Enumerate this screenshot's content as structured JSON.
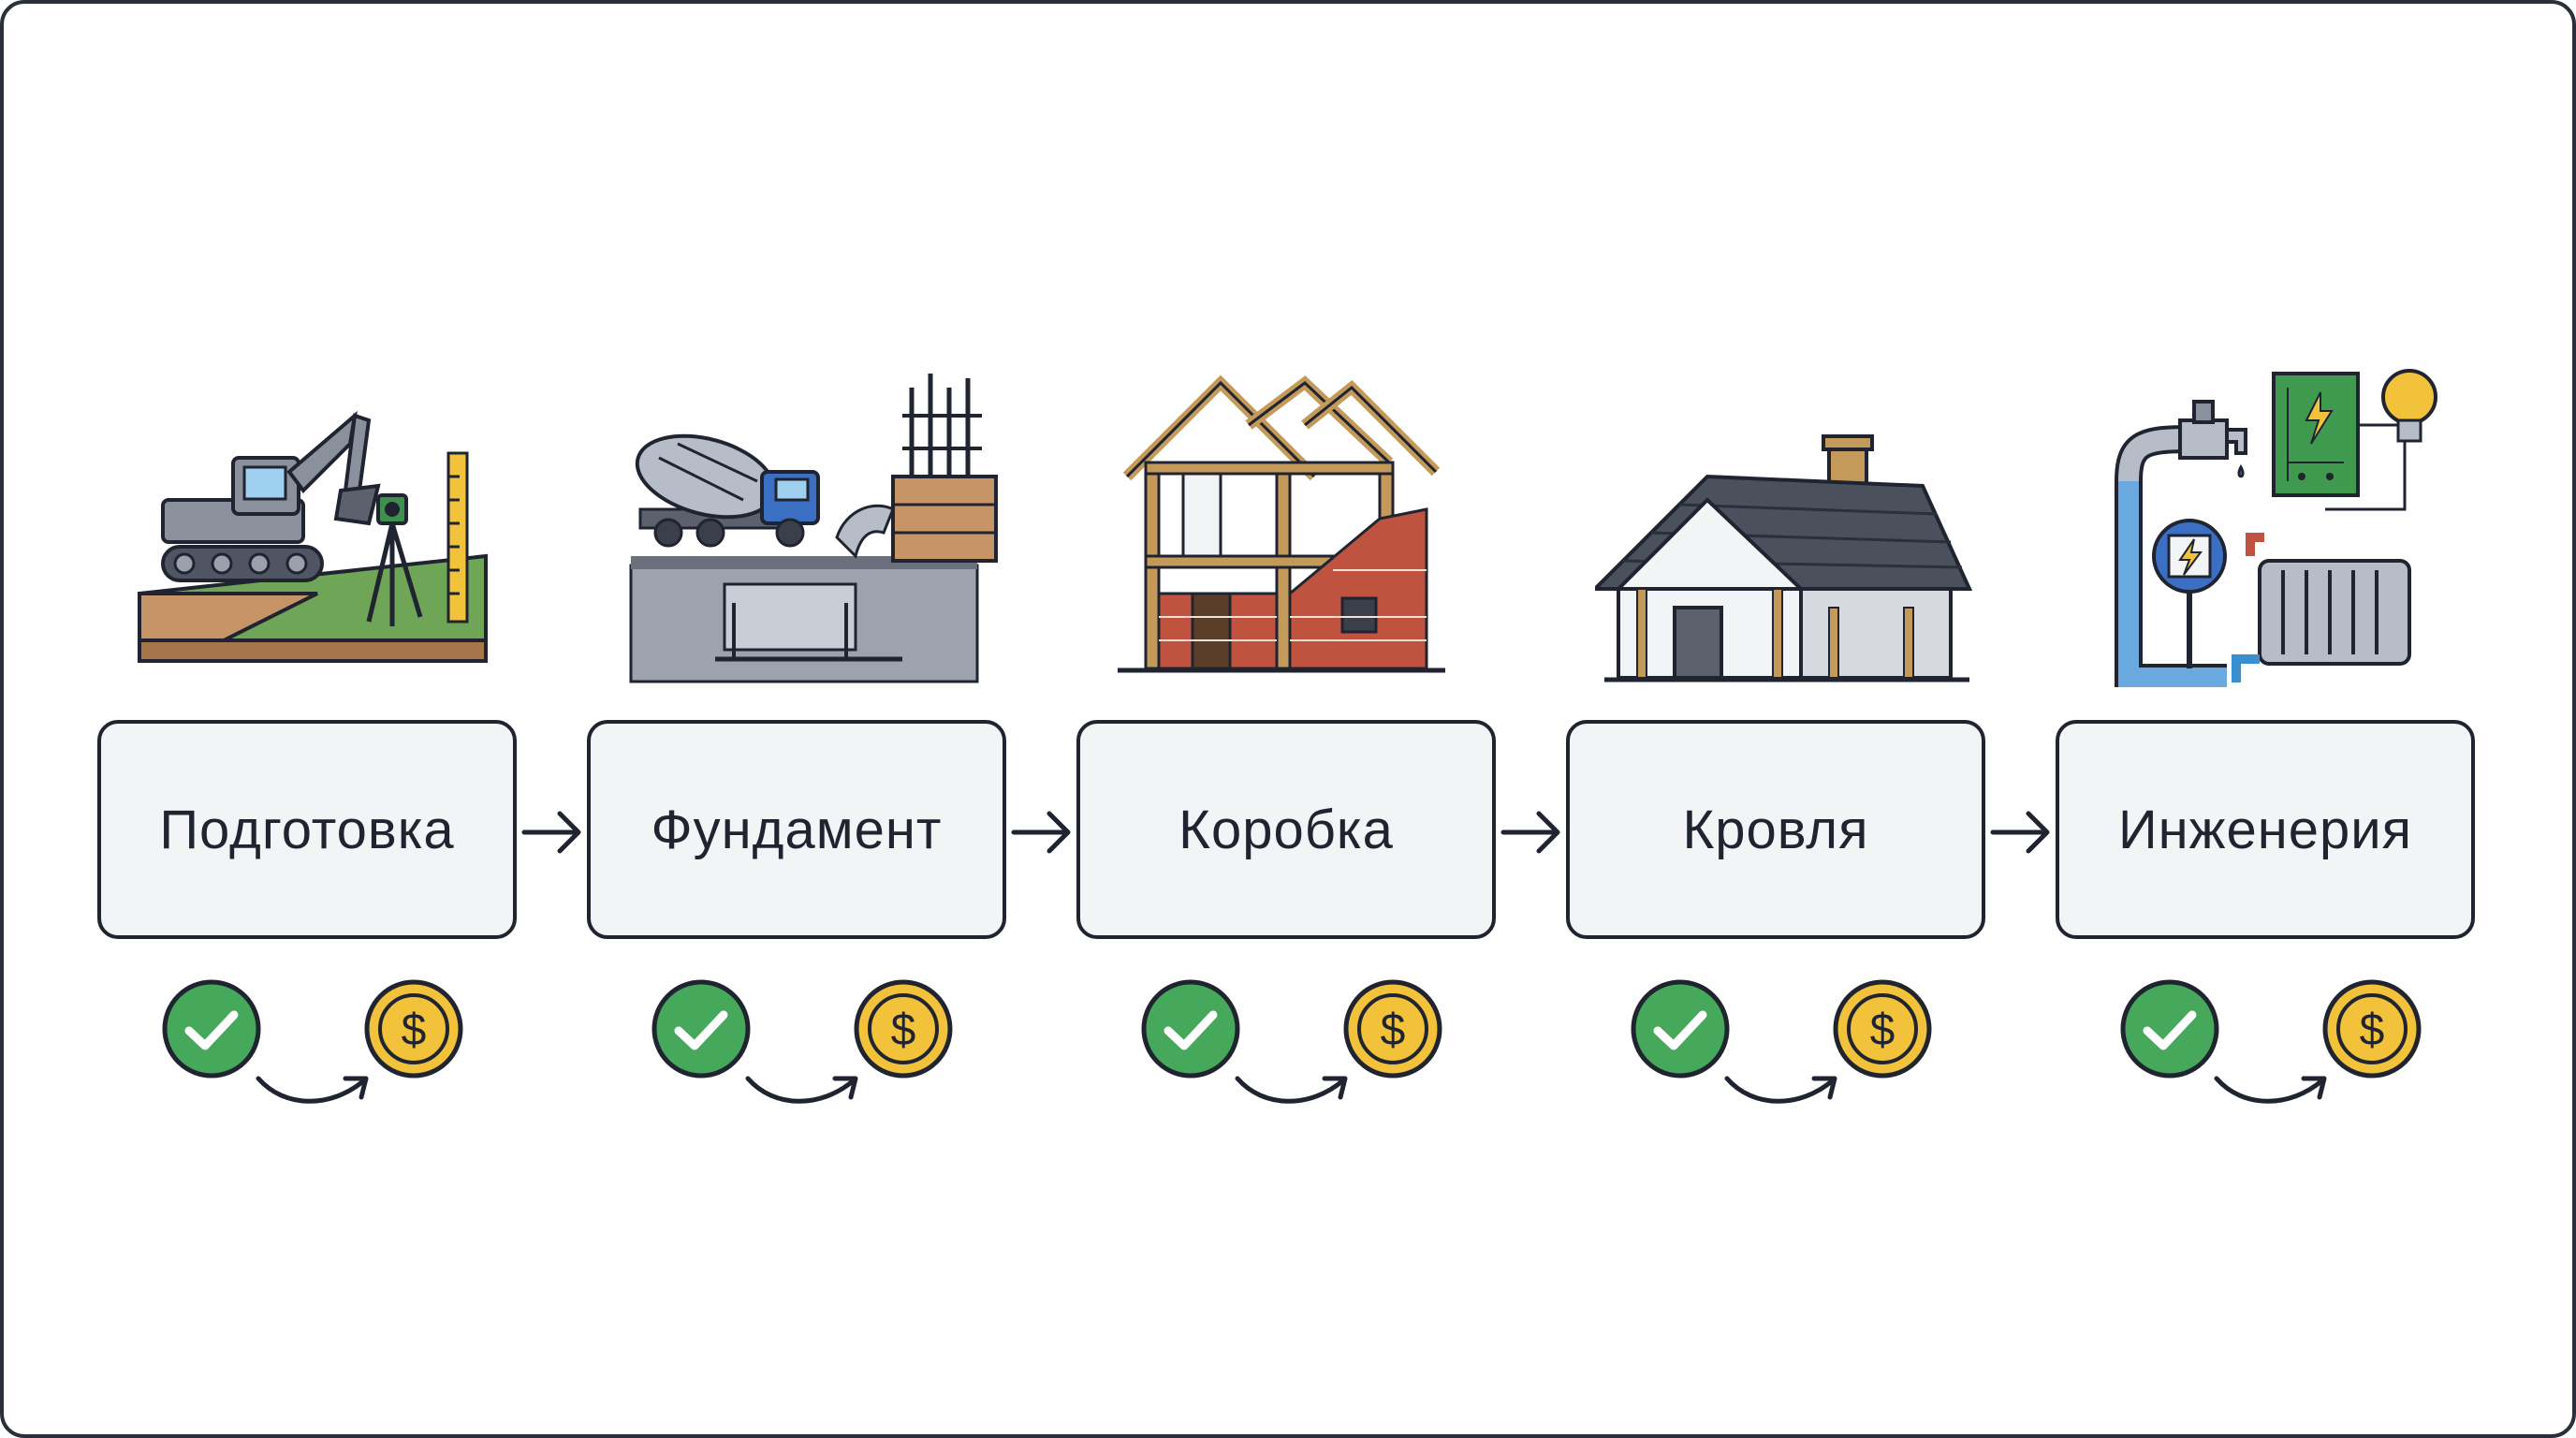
{
  "stages": [
    {
      "label": "Подготовка",
      "illustration": "excavator-survey-icon"
    },
    {
      "label": "Фундамент",
      "illustration": "concrete-mixer-foundation-icon"
    },
    {
      "label": "Коробка",
      "illustration": "house-frame-brick-icon"
    },
    {
      "label": "Кровля",
      "illustration": "roofed-house-icon"
    },
    {
      "label": "Инженерия",
      "illustration": "utilities-plumbing-electric-icon"
    }
  ],
  "status_icons": {
    "done": "check-circle-icon",
    "payment": "dollar-coin-icon",
    "link": "curved-arrow-icon"
  },
  "colors": {
    "check_green": "#45a85a",
    "coin_gold": "#f2c23a",
    "box_fill": "#f3f4f6",
    "outline": "#1f2430"
  }
}
